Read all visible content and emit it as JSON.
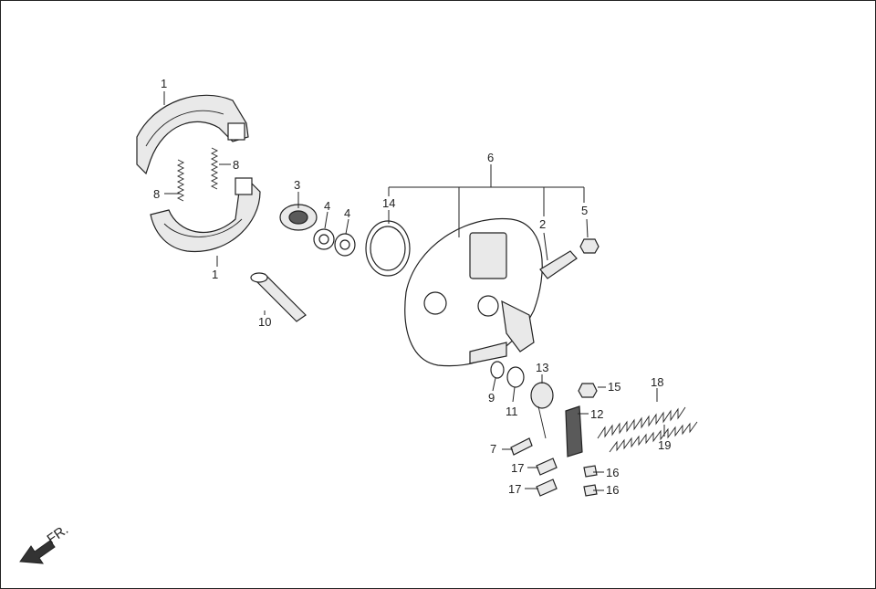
{
  "callouts": {
    "c1_top": "1",
    "c1_bottom": "1",
    "c2": "2",
    "c3": "3",
    "c4_a": "4",
    "c4_b": "4",
    "c5": "5",
    "c6": "6",
    "c7": "7",
    "c8_a": "8",
    "c8_b": "8",
    "c9": "9",
    "c10": "10",
    "c11": "11",
    "c12": "12",
    "c13": "13",
    "c14": "14",
    "c15": "15",
    "c16_a": "16",
    "c16_b": "16",
    "c17_a": "17",
    "c17_b": "17",
    "c18": "18",
    "c19": "19"
  },
  "direction_label": "FR."
}
